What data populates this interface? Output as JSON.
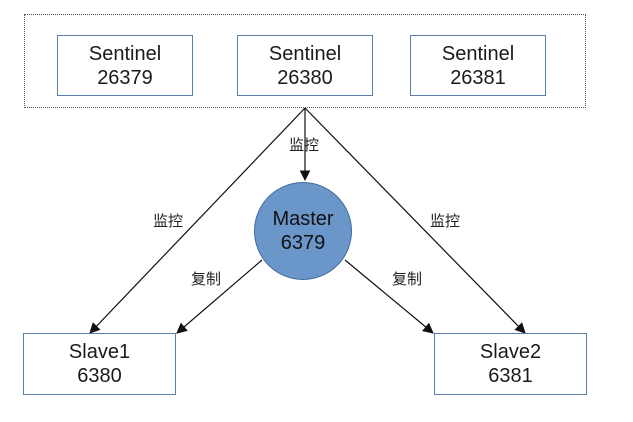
{
  "sentinels": [
    {
      "name": "Sentinel",
      "port": "26379"
    },
    {
      "name": "Sentinel",
      "port": "26380"
    },
    {
      "name": "Sentinel",
      "port": "26381"
    }
  ],
  "master": {
    "name": "Master",
    "port": "6379"
  },
  "slaves": [
    {
      "name": "Slave1",
      "port": "6380"
    },
    {
      "name": "Slave2",
      "port": "6381"
    }
  ],
  "edge_labels": {
    "monitor": "监控",
    "replicate": "复制"
  },
  "colors": {
    "master_fill": "#6b96c9",
    "box_border": "#5b7ea8",
    "arrow": "#111111"
  }
}
